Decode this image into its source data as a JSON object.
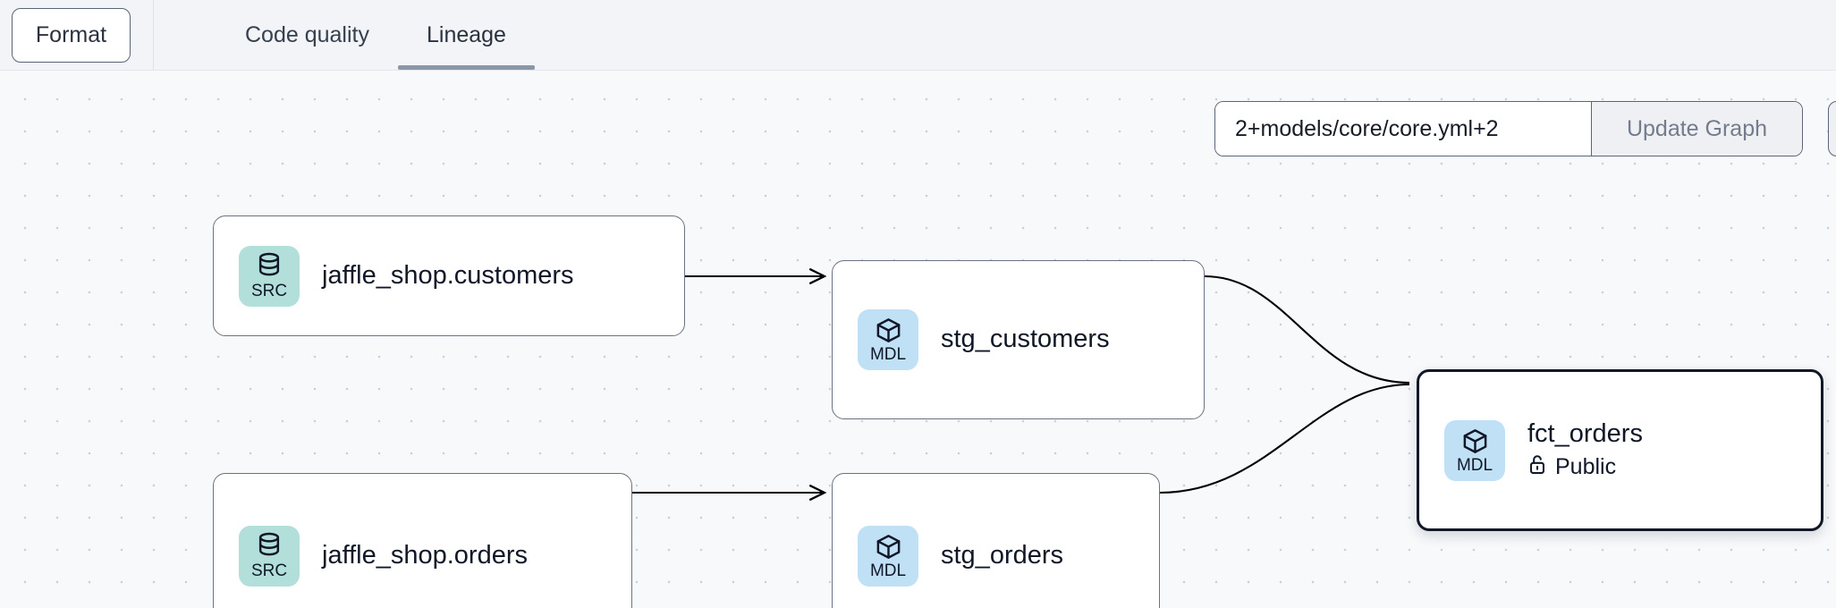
{
  "toolbar": {
    "format_label": "Format",
    "tabs": [
      {
        "label": "Code quality",
        "active": false
      },
      {
        "label": "Lineage",
        "active": true
      }
    ]
  },
  "graph_controls": {
    "selector_value": "2+models/core/core.yml+2",
    "selector_placeholder": "2+models/core/core.yml+2",
    "update_button_label": "Update Graph"
  },
  "lineage": {
    "nodes": [
      {
        "id": "jaffle_shop_customers",
        "title": "jaffle_shop.customers",
        "badge": "SRC",
        "badge_icon": "database-icon",
        "badge_color": "#b3dfdb",
        "subtitle": null,
        "selected": false
      },
      {
        "id": "jaffle_shop_orders",
        "title": "jaffle_shop.orders",
        "badge": "SRC",
        "badge_icon": "database-icon",
        "badge_color": "#b3dfdb",
        "subtitle": null,
        "selected": false
      },
      {
        "id": "stg_customers",
        "title": "stg_customers",
        "badge": "MDL",
        "badge_icon": "cube-icon",
        "badge_color": "#bfe0f5",
        "subtitle": null,
        "selected": false
      },
      {
        "id": "stg_orders",
        "title": "stg_orders",
        "badge": "MDL",
        "badge_icon": "cube-icon",
        "badge_color": "#bfe0f5",
        "subtitle": null,
        "selected": false
      },
      {
        "id": "fct_orders",
        "title": "fct_orders",
        "badge": "MDL",
        "badge_icon": "cube-icon",
        "badge_color": "#bfe0f5",
        "subtitle": "Public",
        "subtitle_icon": "unlock-icon",
        "selected": true
      }
    ],
    "edges": [
      {
        "from": "jaffle_shop_customers",
        "to": "stg_customers"
      },
      {
        "from": "jaffle_shop_orders",
        "to": "stg_orders"
      },
      {
        "from": "stg_customers",
        "to": "fct_orders"
      },
      {
        "from": "stg_orders",
        "to": "fct_orders"
      }
    ]
  },
  "colors": {
    "canvas_bg": "#f7f9fb",
    "toolbar_bg": "#f2f4f7",
    "active_tab_underline": "#8b96a8",
    "node_border": "#6b7280",
    "selected_node_border": "#111827",
    "edge_stroke": "#000000"
  }
}
